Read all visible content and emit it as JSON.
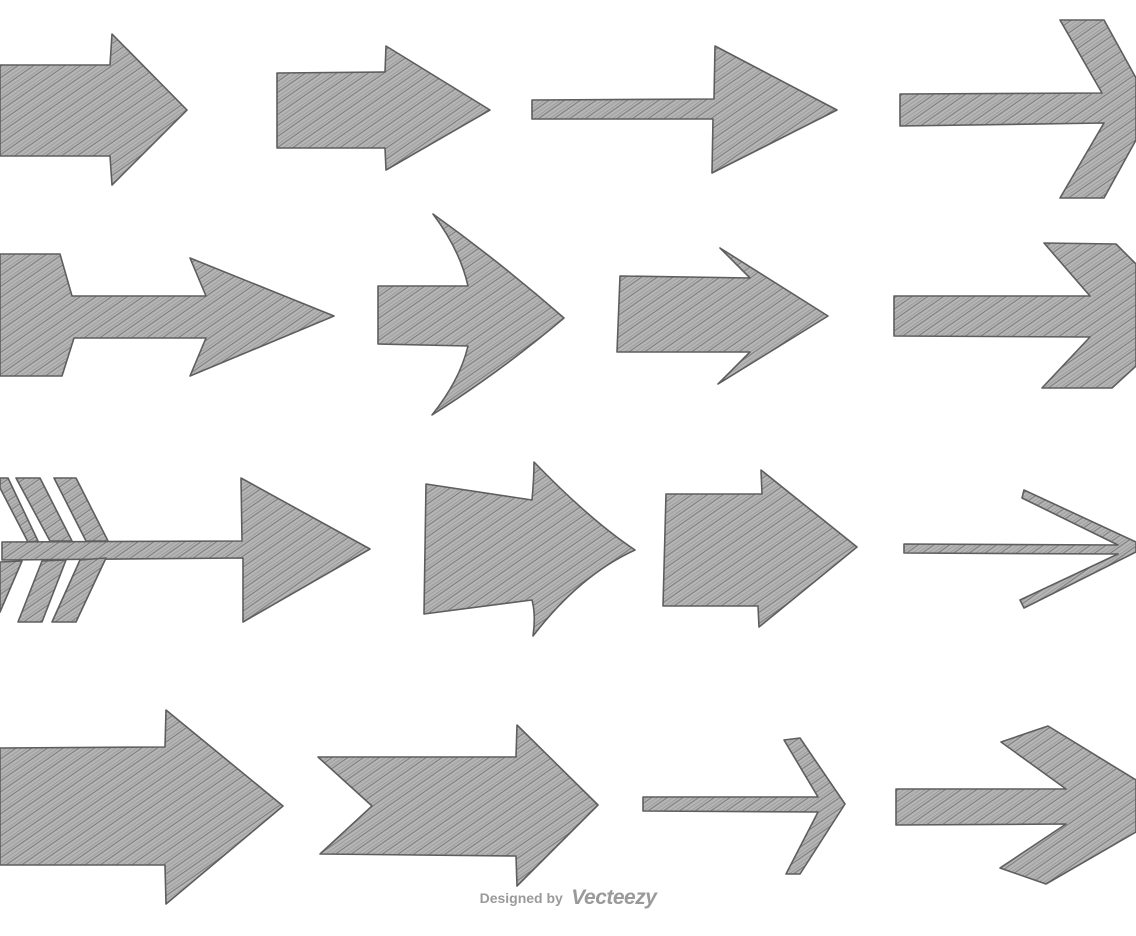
{
  "credit": {
    "prefix": "Designed by",
    "brand": "Vecteezy"
  },
  "colors": {
    "background": "#ffffff",
    "sketch_fill": "#b5b5b5",
    "sketch_hatch": "#7d7d7d",
    "outline": "#5e5e5e",
    "credit_text": "#9a9a9a"
  },
  "arrows": [
    {
      "name": "arrow-block-large",
      "icon": "arrow-right-icon"
    },
    {
      "name": "arrow-block-medium",
      "icon": "arrow-right-icon"
    },
    {
      "name": "arrow-thin-shaft",
      "icon": "arrow-right-icon"
    },
    {
      "name": "arrow-long-chevron",
      "icon": "arrow-right-icon"
    },
    {
      "name": "arrow-notched-tail",
      "icon": "arrow-right-icon"
    },
    {
      "name": "arrow-curved-head",
      "icon": "arrow-right-icon"
    },
    {
      "name": "arrow-block-small",
      "icon": "arrow-right-icon"
    },
    {
      "name": "arrow-wide-head",
      "icon": "arrow-right-icon"
    },
    {
      "name": "arrow-fletched",
      "icon": "arrow-right-icon"
    },
    {
      "name": "arrow-curved-fat",
      "icon": "arrow-right-icon"
    },
    {
      "name": "arrow-pentagon",
      "icon": "arrow-right-icon"
    },
    {
      "name": "arrow-line-open-head",
      "icon": "arrow-right-icon"
    },
    {
      "name": "arrow-block-xl",
      "icon": "arrow-right-icon"
    },
    {
      "name": "arrow-notched-chevron",
      "icon": "arrow-right-icon"
    },
    {
      "name": "arrow-line-bracket",
      "icon": "arrow-right-icon"
    },
    {
      "name": "arrow-chevron-short",
      "icon": "arrow-right-icon"
    }
  ]
}
